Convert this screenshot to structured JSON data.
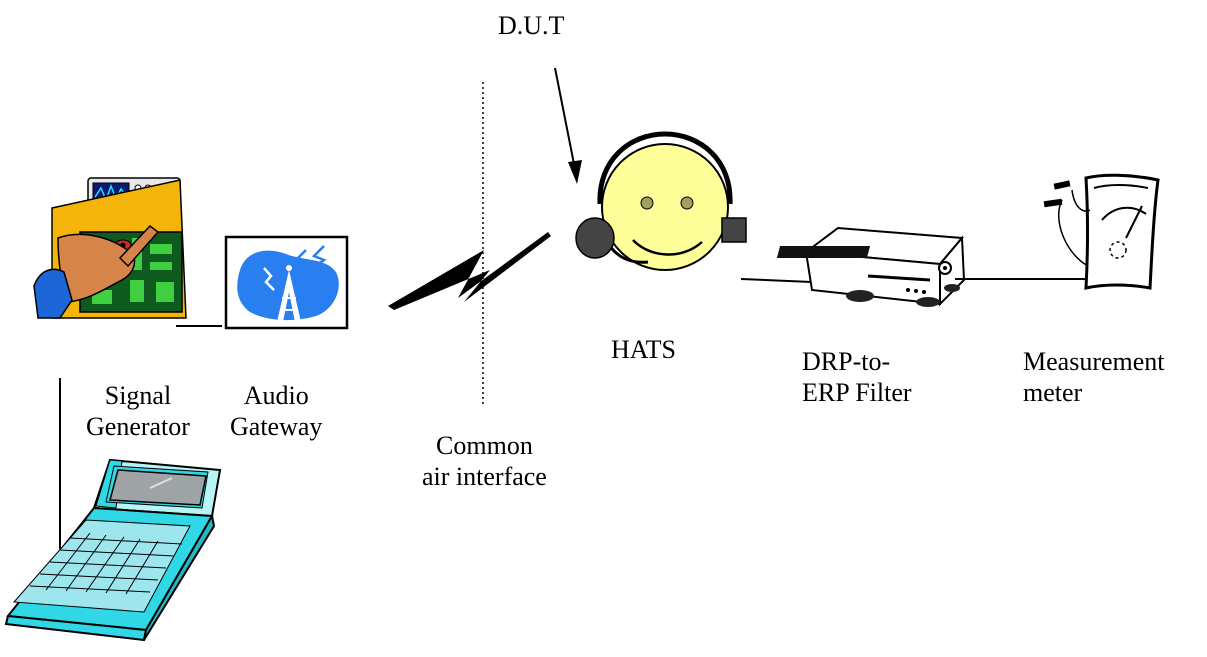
{
  "labels": {
    "dut": "D.U.T",
    "signal_generator": [
      "Signal",
      "Generator"
    ],
    "audio_gateway": [
      "Audio",
      "Gateway"
    ],
    "common_air_interface": [
      "Common",
      "air interface"
    ],
    "hats": "HATS",
    "filter": [
      "DRP-to-",
      "ERP Filter"
    ],
    "meter": [
      "Measurement",
      "meter"
    ]
  }
}
